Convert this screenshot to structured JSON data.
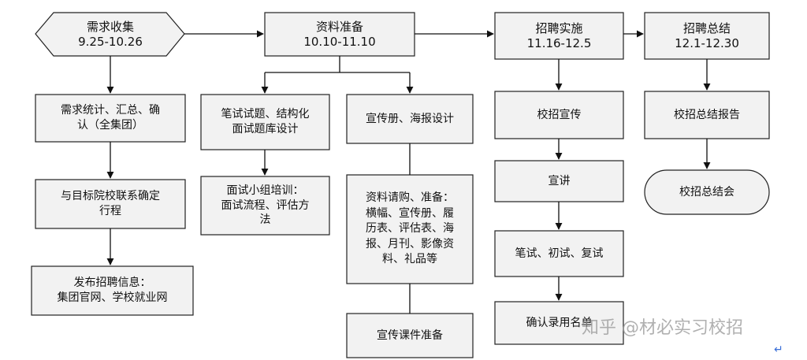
{
  "phases": {
    "demand": {
      "name": "需求收集",
      "dates": "9.25-10.26"
    },
    "prep": {
      "name": "资料准备",
      "dates": "10.10-11.10"
    },
    "exec": {
      "name": "招聘实施",
      "dates": "11.16-12.5"
    },
    "summary": {
      "name": "招聘总结",
      "dates": "12.1-12.30"
    }
  },
  "demand_steps": [
    "需求统计、汇总、确\n认（全集团）",
    "与目标院校联系确定\n行程",
    "发布招聘信息：\n集团官网、学校就业网"
  ],
  "prep_left": [
    "笔试试题、结构化\n面试题库设计",
    "面试小组培训：\n面试流程、评估方\n法"
  ],
  "prep_right": [
    "宣传册、海报设计",
    "资料请购、准备：\n横幅、宣传册、履\n历表、评估表、海\n报、月刊、影像资\n料、礼品等",
    "宣传课件准备"
  ],
  "exec_steps": [
    "校招宣传",
    "宣讲",
    "笔试、初试、复试",
    "确认录用名单"
  ],
  "summary_steps": [
    "校招总结报告",
    "校招总结会"
  ],
  "watermark": "知乎 @材必实习校招",
  "return_mark": "↵"
}
